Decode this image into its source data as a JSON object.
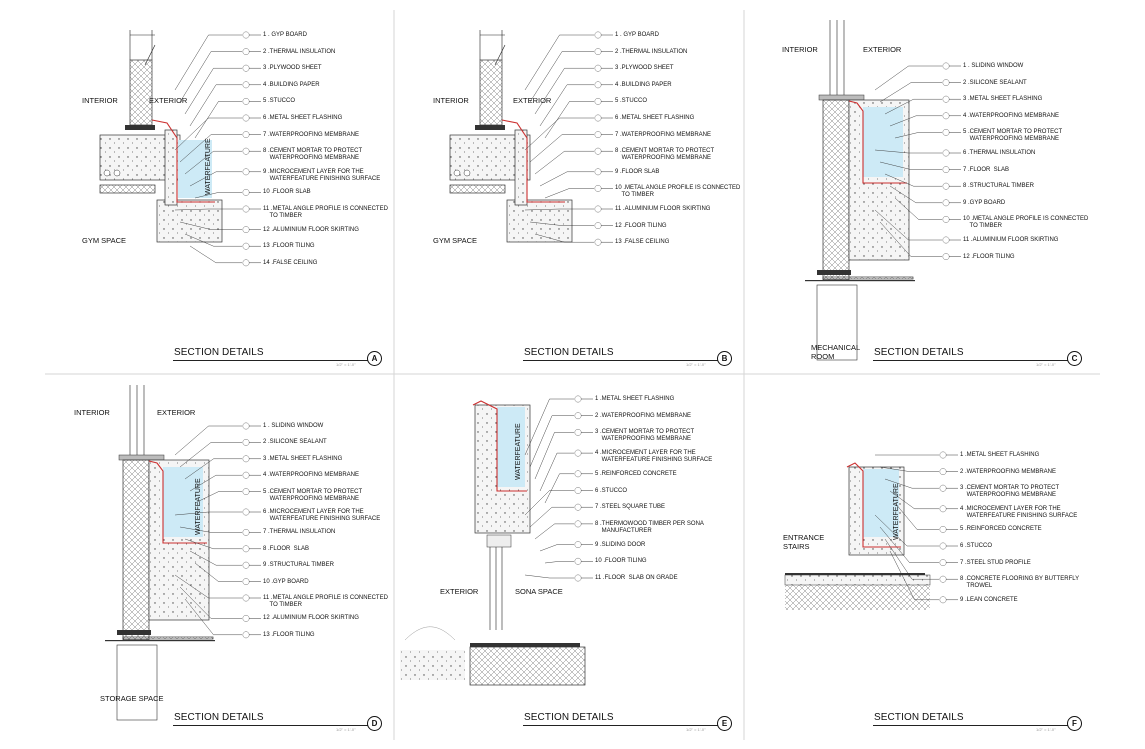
{
  "panels": [
    {
      "title": "SECTION DETAILS",
      "letter": "A",
      "scale": "1/2\" = 1'-0\"",
      "labels": [
        "INTERIOR",
        "EXTERIOR",
        "GYM SPACE"
      ],
      "wf": "WATERFEATURE",
      "legend": [
        "1 . GYP BOARD",
        "2 .THERMAL INSULATION",
        "3 .PLYWOOD SHEET",
        "4 .BUILDING PAPER",
        "5 .STUCCO",
        "6 .METAL SHEET FLASHING",
        "7 .WATERPROOFING MEMBRANE",
        "8 .CEMENT MORTAR TO PROTECT\n    WATERPROOFING MEMBRANE",
        "9 .MICROCEMENT LAYER FOR THE\n    WATERFEATURE FINISHING SURFACE",
        "10 .FLOOR SLAB",
        "11 .METAL ANGLE PROFILE IS CONNECTED\n    TO TIMBER",
        "12 .ALUMINIUM FLOOR SKIRTING",
        "13 .FLOOR TILING",
        "14 .FALSE CEILING"
      ]
    },
    {
      "title": "SECTION DETAILS",
      "letter": "B",
      "scale": "1/2\" = 1'-0\"",
      "labels": [
        "INTERIOR",
        "EXTERIOR",
        "GYM SPACE"
      ],
      "wf": "",
      "legend": [
        "1 . GYP BOARD",
        "2 .THERMAL INSULATION",
        "3 .PLYWOOD SHEET",
        "4 .BUILDING PAPER",
        "5 .STUCCO",
        "6 .METAL SHEET FLASHING",
        "7 .WATERPROOFING MEMBRANE",
        "8 .CEMENT MORTAR TO PROTECT\n    WATERPROOFING MEMBRANE",
        "9 .FLOOR SLAB",
        "10 .METAL ANGLE PROFILE IS CONNECTED\n    TO TIMBER",
        "11 .ALUMINIUM FLOOR SKIRTING",
        "12 .FLOOR TILING",
        "13 .FALSE CEILING"
      ]
    },
    {
      "title": "SECTION DETAILS",
      "letter": "C",
      "scale": "1/2\" = 1'-0\"",
      "labels": [
        "INTERIOR",
        "EXTERIOR",
        "MECHANICAL\nROOM"
      ],
      "wf": "",
      "legend": [
        "1 . SLIDING WINDOW",
        "2 .SILICONE SEALANT",
        "3 .METAL SHEET FLASHING",
        "4 .WATERPROOFING MEMBRANE",
        "5 .CEMENT MORTAR TO PROTECT\n    WATERPROOFING MEMBRANE",
        "6 .THERMAL INSULATION",
        "7 .FLOOR  SLAB",
        "8 .STRUCTURAL TIMBER",
        "9 .GYP BOARD",
        "10 .METAL ANGLE PROFILE IS CONNECTED\n    TO TIMBER",
        "11 .ALUMINIUM FLOOR SKIRTING",
        "12 .FLOOR TILING"
      ]
    },
    {
      "title": "SECTION DETAILS",
      "letter": "D",
      "scale": "1/2\" = 1'-0\"",
      "labels": [
        "INTERIOR",
        "EXTERIOR",
        "STORAGE SPACE"
      ],
      "wf": "WATERFEATURE",
      "legend": [
        "1 . SLIDING WINDOW",
        "2 .SILICONE SEALANT",
        "3 .METAL SHEET FLASHING",
        "4 .WATERPROOFING MEMBRANE",
        "5 .CEMENT MORTAR TO PROTECT\n    WATERPROOFING MEMBRANE",
        "6 .MICROCEMENT LAYER FOR THE\n    WATERFEATURE FINISHING SURFACE",
        "7 .THERMAL INSULATION",
        "8 .FLOOR  SLAB",
        "9 .STRUCTURAL TIMBER",
        "10 .GYP BOARD",
        "11 .METAL ANGLE PROFILE IS CONNECTED\n    TO TIMBER",
        "12 .ALUMINIUM FLOOR SKIRTING",
        "13 .FLOOR TILING"
      ]
    },
    {
      "title": "SECTION DETAILS",
      "letter": "E",
      "scale": "1/2\" = 1'-0\"",
      "labels": [
        "EXTERIOR",
        "SONA SPACE"
      ],
      "wf": "WATERFEATURE",
      "legend": [
        "1 .METAL SHEET FLASHING",
        "2 .WATERPROOFING MEMBRANE",
        "3 .CEMENT MORTAR TO PROTECT\n    WATERPROOFING MEMBRANE",
        "4 .MICROCEMENT LAYER FOR THE\n    WATERFEATURE FINISHING SURFACE",
        "5 .REINFORCED CONCRETE",
        "6 .STUCCO",
        "7 .STEEL SQUARE TUBE",
        "8 .THERMOWOOD TIMBER PER SONA\n    MANUFACTURER",
        "9 .SLIDING DOOR",
        "10 .FLOOR TILING",
        "11 .FLOOR  SLAB ON GRADE"
      ]
    },
    {
      "title": "SECTION DETAILS",
      "letter": "F",
      "scale": "1/2\" = 1'-0\"",
      "labels": [
        "ENTRANCE\nSTAIRS"
      ],
      "wf": "WATERFEATURE",
      "legend": [
        "1 .METAL SHEET FLASHING",
        "2 .WATERPROOFING MEMBRANE",
        "3 .CEMENT MORTAR TO PROTECT\n    WATERPROOFING MEMBRANE",
        "4 .MICROCEMENT LAYER FOR THE\n    WATERFEATURE FINISHING SURFACE",
        "5 .REINFORCED CONCRETE",
        "6 .STUCCO",
        "7 .STEEL STUD PROFILE",
        "8 .CONCRETE FLOORING BY BUTTERFLY\n    TROWEL",
        "9 .LEAN CONCRETE"
      ]
    }
  ],
  "colors": {
    "water": "#cdeaf6",
    "flashing": "#cc2f2f",
    "hatch": "#555555",
    "dividers": "#d6d6d6"
  }
}
